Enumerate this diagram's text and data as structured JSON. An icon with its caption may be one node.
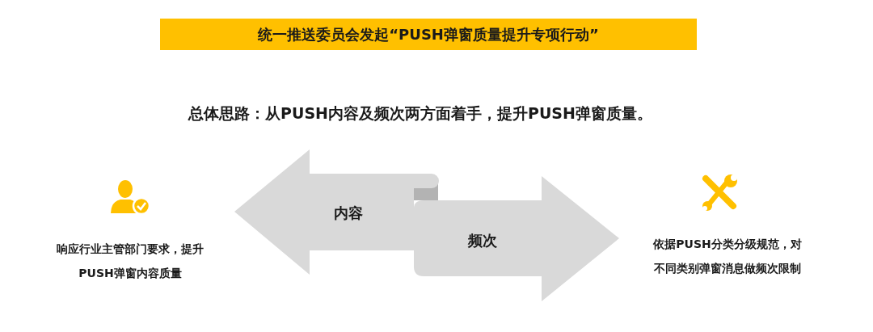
{
  "diagram": {
    "title": "统一推送委员会发起“PUSH弹窗质量提升专项行动”",
    "nodes": [
      {
        "text": [
          "内容"
        ]
      },
      {
        "text": [
          "频次"
        ]
      }
    ],
    "labels": [
      "总体思路：从PUSH内容及频次两方面着手，提升PUSH弹窗质量。",
      "响应行业主管部门要求，提升PUSH弹窗内容质量",
      "依据PUSH分类分级规范，对不同类别弹窗消息做频次限制"
    ]
  }
}
